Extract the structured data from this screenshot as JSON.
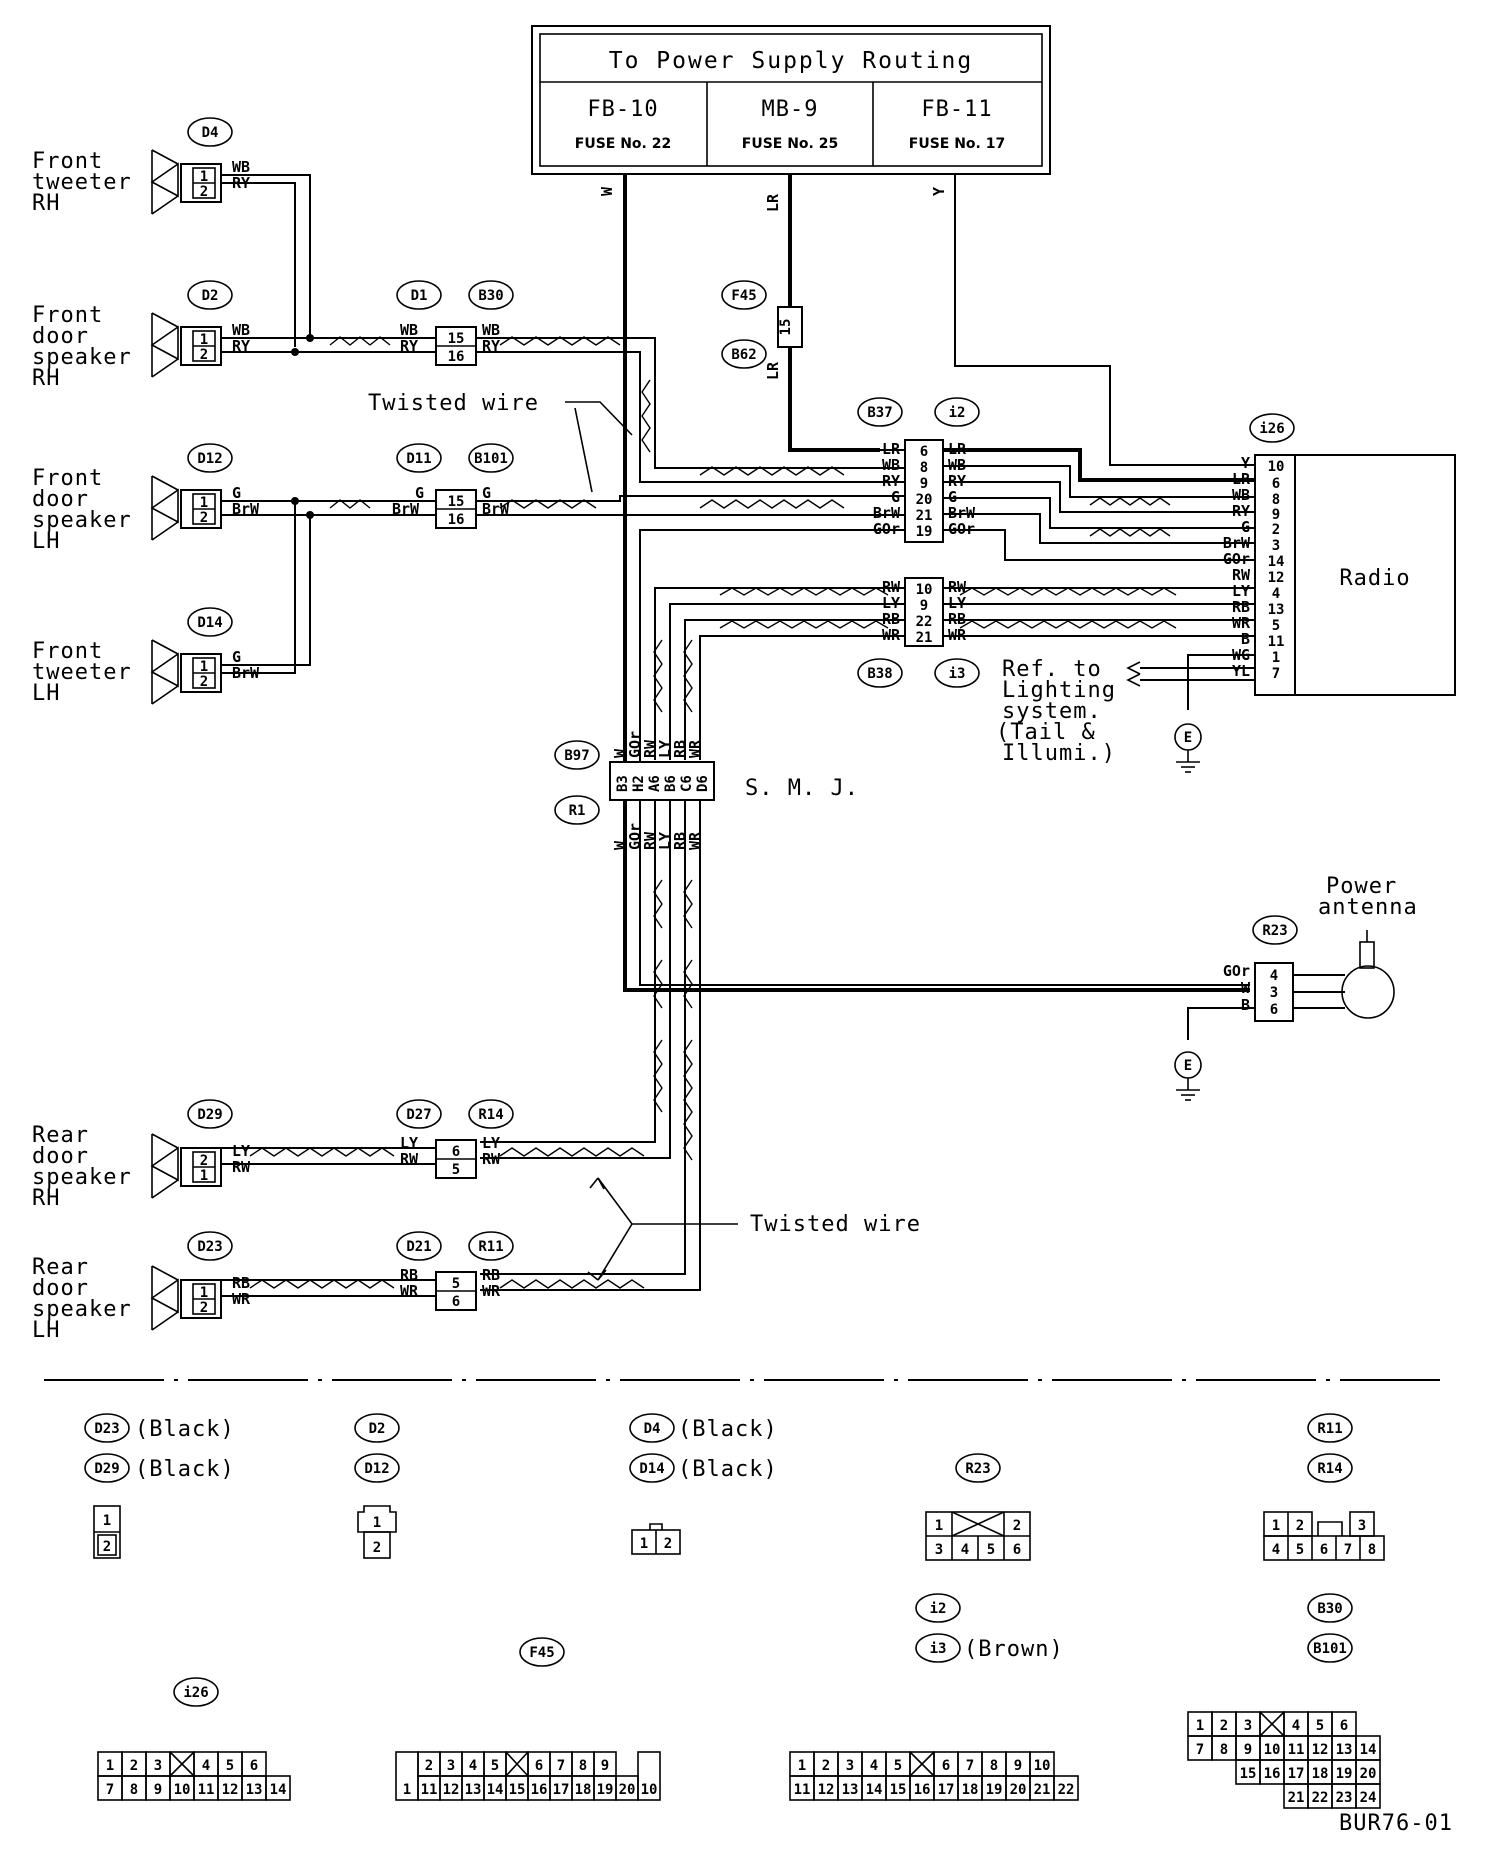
{
  "power": {
    "title": "To Power Supply Routing",
    "fuses": [
      {
        "code": "FB-10",
        "fuse": "FUSE No. 22"
      },
      {
        "code": "MB-9",
        "fuse": "FUSE No. 25"
      },
      {
        "code": "FB-11",
        "fuse": "FUSE No. 17"
      }
    ],
    "wires": [
      "W",
      "LR",
      "Y"
    ]
  },
  "components": {
    "front_tweeter_rh": [
      "Front",
      "tweeter",
      "RH"
    ],
    "front_door_speaker_rh": [
      "Front",
      "door",
      "speaker",
      "RH"
    ],
    "front_door_speaker_lh": [
      "Front",
      "door",
      "speaker",
      "LH"
    ],
    "front_tweeter_lh": [
      "Front",
      "tweeter",
      "LH"
    ],
    "rear_door_speaker_rh": [
      "Rear",
      "door",
      "speaker",
      "RH"
    ],
    "rear_door_speaker_lh": [
      "Rear",
      "door",
      "speaker",
      "LH"
    ],
    "radio": "Radio",
    "power_antenna": [
      "Power",
      "antenna"
    ],
    "smj": "S. M. J.",
    "twisted_wire": "Twisted wire",
    "lighting_ref": [
      "Ref. to",
      "Lighting",
      "system.",
      "(Tail &",
      "Illumi.)"
    ],
    "ground": "E"
  },
  "connectors": {
    "D4": "D4",
    "D2": "D2",
    "D12": "D12",
    "D14": "D14",
    "D1": "D1",
    "B30": "B30",
    "D11": "D11",
    "B101": "B101",
    "F45": "F45",
    "B62": "B62",
    "B37": "B37",
    "i2": "i2",
    "i26": "i26",
    "B38": "B38",
    "i3": "i3",
    "B97": "B97",
    "R1": "R1",
    "R23": "R23",
    "D29": "D29",
    "D27": "D27",
    "R14": "R14",
    "D23": "D23",
    "D21": "D21",
    "R11": "R11"
  },
  "wire_codes": {
    "tweeter_rh": [
      "WB",
      "RY"
    ],
    "door_rh": [
      "WB",
      "RY"
    ],
    "door_lh": [
      "G",
      "BrW"
    ],
    "tweeter_lh": [
      "G",
      "BrW"
    ],
    "f45": "LR",
    "b37_left": [
      "LR",
      "WB",
      "RY",
      "G",
      "BrW",
      "GOr"
    ],
    "b37_right": [
      "LR",
      "WB",
      "RY",
      "G",
      "BrW",
      "GOr"
    ],
    "b38_left": [
      "RW",
      "LY",
      "RB",
      "WR"
    ],
    "b38_right": [
      "RW",
      "LY",
      "RB",
      "WR"
    ],
    "radio": [
      "Y",
      "LR",
      "WB",
      "RY",
      "G",
      "BrW",
      "GOr",
      "RW",
      "LY",
      "RB",
      "WR",
      "B",
      "WG",
      "YL"
    ],
    "smj_top": [
      "W",
      "GOr",
      "RW",
      "LY",
      "RB",
      "WR"
    ],
    "smj_bottom": [
      "W",
      "GOr",
      "RW",
      "LY",
      "RB",
      "WR"
    ],
    "antenna": [
      "GOr",
      "W",
      "B"
    ],
    "rear_rh": [
      "LY",
      "RW"
    ],
    "rear_lh": [
      "RB",
      "WR"
    ]
  },
  "pins": {
    "d4": [
      "1",
      "2"
    ],
    "d2": [
      "1",
      "2"
    ],
    "d1_b30": [
      "15",
      "16"
    ],
    "d12": [
      "1",
      "2"
    ],
    "d11_b101": [
      "15",
      "16"
    ],
    "d14": [
      "1",
      "2"
    ],
    "f45": "15",
    "b37": [
      "6",
      "8",
      "9",
      "20",
      "21",
      "19"
    ],
    "b38": [
      "10",
      "9",
      "22",
      "21"
    ],
    "radio": [
      "10",
      "6",
      "8",
      "9",
      "2",
      "3",
      "14",
      "12",
      "4",
      "13",
      "5",
      "11",
      "1",
      "7"
    ],
    "smj": [
      "B3",
      "H2",
      "A6",
      "B6",
      "C6",
      "D6"
    ],
    "antenna": [
      "4",
      "3",
      "6"
    ],
    "d29": [
      "2",
      "1"
    ],
    "r14": [
      "6",
      "5"
    ],
    "d23": [
      "1",
      "2"
    ],
    "r11": [
      "5",
      "6"
    ]
  },
  "legend": {
    "items": [
      {
        "ids": [
          "D23",
          "D29"
        ],
        "colors": [
          "(Black)",
          "(Black)"
        ],
        "grid": [
          [
            "1"
          ],
          [
            "2"
          ]
        ]
      },
      {
        "ids": [
          "D2",
          "D12"
        ],
        "colors": [
          "",
          ""
        ],
        "grid": [
          [
            "1"
          ],
          [
            "2"
          ]
        ]
      },
      {
        "ids": [
          "D4",
          "D14"
        ],
        "colors": [
          "(Black)",
          "(Black)"
        ],
        "grid": [
          [
            "1",
            "2"
          ]
        ]
      },
      {
        "ids": [
          "R23"
        ],
        "colors": [
          ""
        ],
        "grid": [
          [
            "1",
            "",
            "2"
          ],
          [
            "3",
            "4",
            "5",
            "6"
          ]
        ]
      },
      {
        "ids": [
          "R11",
          "R14"
        ],
        "colors": [
          "",
          ""
        ],
        "grid": [
          [
            "1",
            "2",
            "",
            "3"
          ],
          [
            "4",
            "5",
            "6",
            "7",
            "8"
          ]
        ]
      },
      {
        "ids": [
          "i26"
        ],
        "colors": [
          ""
        ],
        "grid": [
          [
            "1",
            "2",
            "3",
            "",
            "4",
            "5",
            "6"
          ],
          [
            "7",
            "8",
            "9",
            "10",
            "11",
            "12",
            "13",
            "14"
          ]
        ]
      },
      {
        "ids": [
          "F45"
        ],
        "colors": [
          ""
        ],
        "grid": [
          [
            "1"
          ],
          [
            "2",
            "3",
            "4",
            "5",
            "",
            "6",
            "7",
            "8",
            "9"
          ],
          [
            "11",
            "12",
            "13",
            "14",
            "15",
            "16",
            "17",
            "18",
            "19",
            "20"
          ],
          [
            "10"
          ]
        ]
      },
      {
        "ids": [
          "i2",
          "i3"
        ],
        "colors": [
          "",
          "(Brown)"
        ],
        "grid": [
          [
            "1",
            "2",
            "3",
            "4",
            "5",
            "",
            "6",
            "7",
            "8",
            "9",
            "10"
          ],
          [
            "11",
            "12",
            "13",
            "14",
            "15",
            "16",
            "17",
            "18",
            "19",
            "20",
            "21",
            "22"
          ]
        ]
      },
      {
        "ids": [
          "B30",
          "B101"
        ],
        "colors": [
          "",
          ""
        ],
        "grid": [
          [
            "1",
            "2",
            "3",
            "",
            "4",
            "5",
            "6"
          ],
          [
            "7",
            "8",
            "9",
            "10",
            "11",
            "12",
            "13",
            "14"
          ],
          [
            "15",
            "16",
            "17",
            "18",
            "19",
            "20"
          ],
          [
            "21",
            "22",
            "23",
            "24"
          ]
        ]
      }
    ],
    "code": "BUR76-01"
  }
}
